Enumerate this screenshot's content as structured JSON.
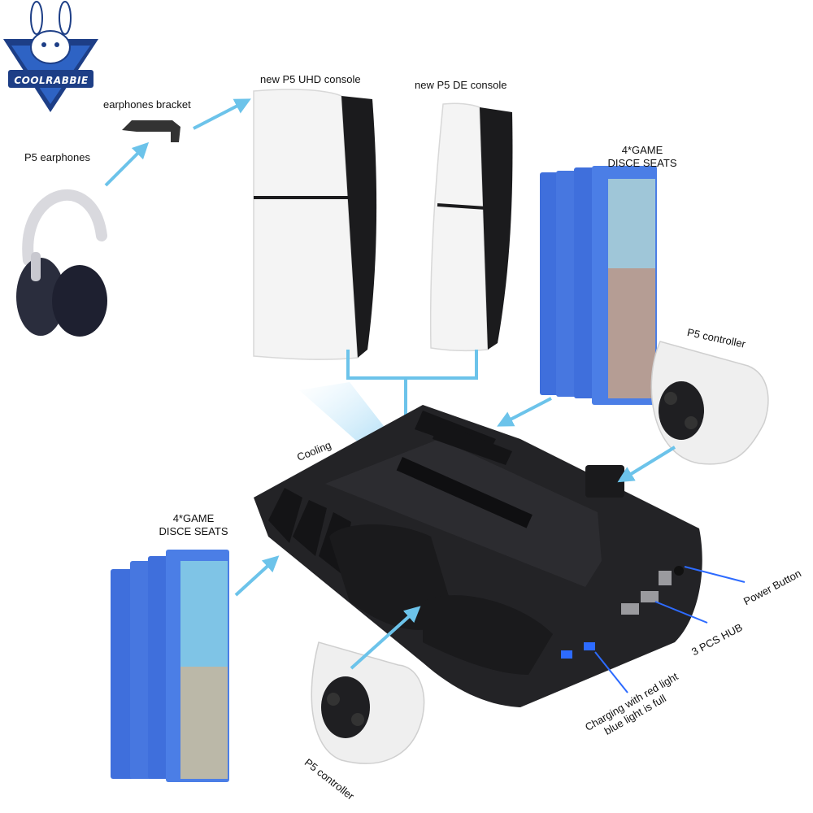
{
  "brand": {
    "name": "COOLRABBIE"
  },
  "labels": {
    "earphones_bracket": "earphones bracket",
    "p5_earphones": "P5 earphones",
    "uhd_console": "new P5 UHD console",
    "de_console": "new P5 DE console",
    "game_seats_top_line1": "4*GAME",
    "game_seats_top_line2": "DISCE SEATS",
    "controller_top": "P5 controller",
    "cooling": "Cooling",
    "game_seats_left_line1": "4*GAME",
    "game_seats_left_line2": "DISCE SEATS",
    "power_button": "Power Button",
    "hub": "3 PCS HUB",
    "charging_line1": "Charging with red light",
    "charging_line2": "blue light is full",
    "controller_bottom": "P5 controller"
  },
  "colors": {
    "arrow": "#6cc3ea",
    "disc_blue": "#3f6fdc",
    "console_white": "#f4f4f4",
    "console_black": "#1b1b1d",
    "stand_dark": "#232326",
    "logo_navy": "#1d3e86"
  }
}
